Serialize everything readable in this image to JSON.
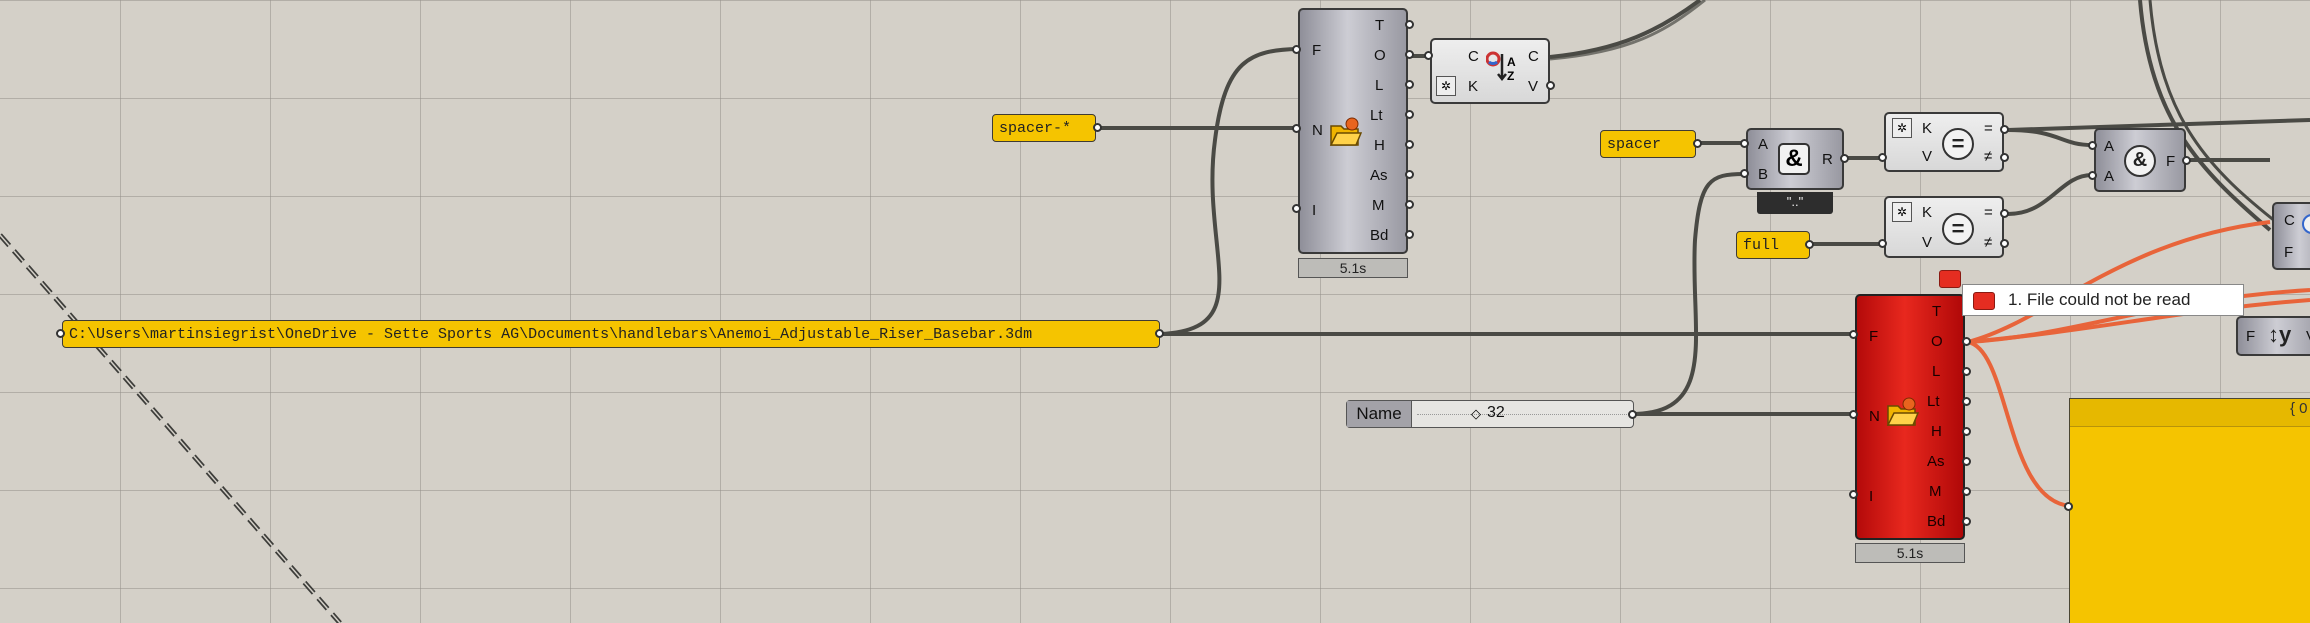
{
  "canvas": {
    "background": "#d4d0c8",
    "wire_color": "#4a4a45",
    "error_wire_color": "#e8643a"
  },
  "panels": {
    "path": "C:\\Users\\martinsiegrist\\OneDrive - Sette Sports AG\\Documents\\handlebars\\Anemoi_Adjustable_Riser_Basebar.3dm",
    "spacer_star": "spacer-*",
    "spacer": "spacer",
    "full": "full",
    "partial_header": "{ 0"
  },
  "import_component_top": {
    "inputs": [
      "F",
      "N",
      "I"
    ],
    "outputs": [
      "T",
      "O",
      "L",
      "Lt",
      "H",
      "As",
      "M",
      "Bd"
    ],
    "icon": "folder-import-icon",
    "timing": "5.1s"
  },
  "import_component_error": {
    "inputs": [
      "F",
      "N",
      "I"
    ],
    "outputs": [
      "T",
      "O",
      "L",
      "Lt",
      "H",
      "As",
      "M",
      "Bd"
    ],
    "icon": "folder-import-icon",
    "timing": "5.1s",
    "status": "error"
  },
  "sort_component": {
    "inputs": [
      "C",
      "K"
    ],
    "outputs": [
      "C",
      "V"
    ],
    "icon": "sort-az-icon"
  },
  "concat_component": {
    "inputs": [
      "A",
      "B"
    ],
    "outputs": [
      "R"
    ],
    "icon": "ampersand-icon",
    "tag": "\"..\""
  },
  "equality_1": {
    "inputs": [
      "K",
      "V"
    ],
    "outputs": [
      "=",
      "≠"
    ],
    "icon": "equals-icon"
  },
  "equality_2": {
    "inputs": [
      "K",
      "V"
    ],
    "outputs": [
      "=",
      "≠"
    ],
    "icon": "equals-icon"
  },
  "and_component": {
    "inputs": [
      "A",
      "A"
    ],
    "outputs": [
      "F"
    ],
    "icon": "ampersand-icon"
  },
  "partial_right_top": {
    "outputs": [
      "C",
      "F"
    ]
  },
  "partial_right_bottom": {
    "labels": [
      "F",
      "V"
    ]
  },
  "slider": {
    "label": "Name",
    "value": "32"
  },
  "tooltip": {
    "message": "1. File could not be read"
  }
}
